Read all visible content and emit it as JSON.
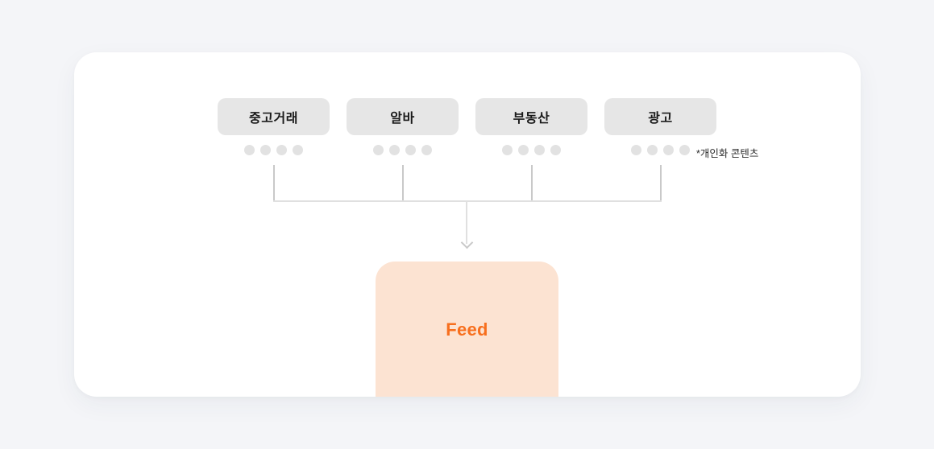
{
  "diagram": {
    "sources": [
      {
        "label": "중고거래"
      },
      {
        "label": "알바"
      },
      {
        "label": "부동산"
      },
      {
        "label": "광고"
      }
    ],
    "dots_per_source": 4,
    "annotation": "*개인화 콘텐츠",
    "feed_label": "Feed"
  },
  "colors": {
    "page_bg": "#f4f5f8",
    "card_bg": "#ffffff",
    "source_box_bg": "#e6e6e6",
    "source_text": "#1a1a1a",
    "dot": "#e2e2e2",
    "connector": "#e0e0e0",
    "connector_dark": "#c9c9c9",
    "feed_bg": "#fce3d2",
    "feed_text": "#f76f1e"
  }
}
